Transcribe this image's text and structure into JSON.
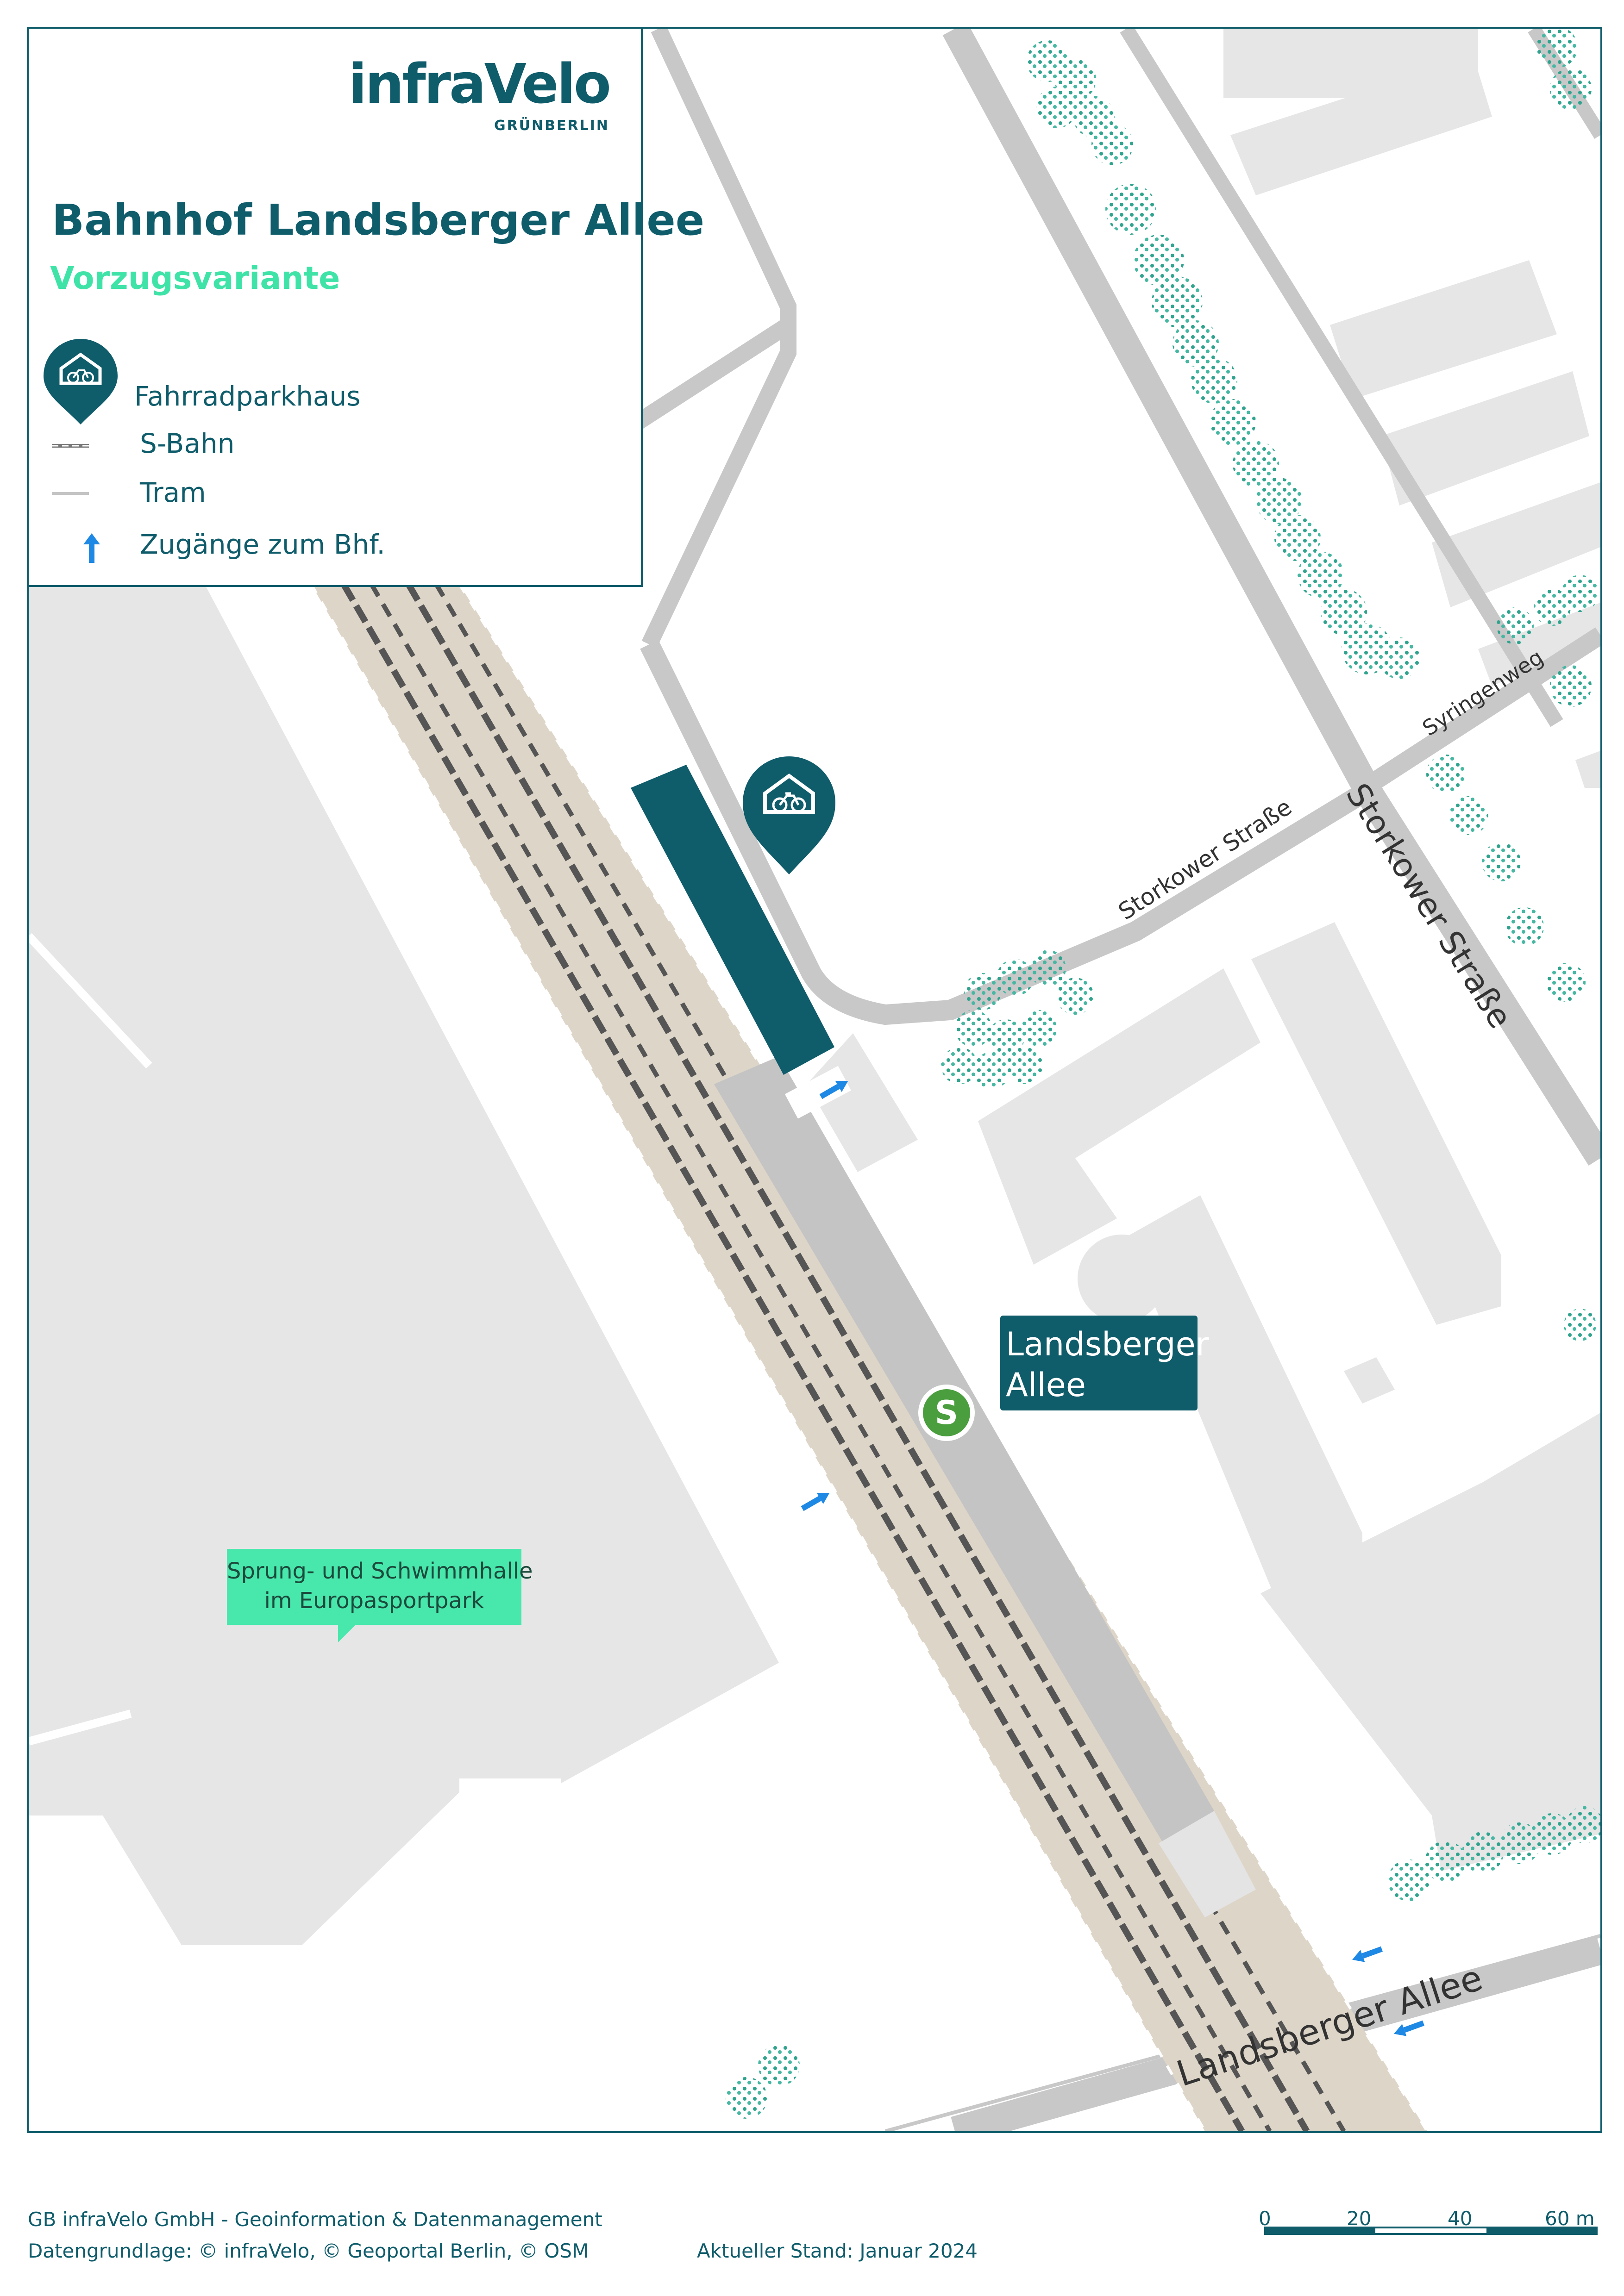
{
  "logo": {
    "brand": "infraVelo",
    "tagline": "GRÜNBERLIN"
  },
  "map": {
    "title": "Bahnhof Landsberger Allee",
    "subtitle": "Vorzugsvariante",
    "legend": [
      {
        "label": "Fahrradparkhaus",
        "icon": "bike-parking-pin-icon"
      },
      {
        "label": "S-Bahn",
        "icon": "sbahn-line-symbol"
      },
      {
        "label": "Tram",
        "icon": "tram-line-symbol"
      },
      {
        "label": "Zugänge zum Bhf.",
        "icon": "arrow-up-icon"
      }
    ],
    "station_label": {
      "line1": "Landsberger",
      "line2": "Allee"
    },
    "sbahn_badge": "S",
    "poi_label": {
      "line1": "Sprung- und Schwimmhalle",
      "line2": "im Europasportpark"
    },
    "streets": {
      "storkower_small": "Storkower Straße",
      "syringenweg": "Syringenweg",
      "storkower_main": "Storkower Straße",
      "landsberger": "Landsberger Allee"
    },
    "colors": {
      "brand_teal": "#0f5c6b",
      "accent_green": "#3fe3a8",
      "poi_green": "#48e8ad",
      "access_arrow_blue": "#1e88e5",
      "tree_green": "#2fa38e",
      "rail_bed": "#ddd5c8",
      "road_gray": "#c8c8c8",
      "building_gray": "#e6e6e6"
    }
  },
  "footer": {
    "company": "GB infraVelo GmbH - Geoinformation & Datenmanagement",
    "sources": "Datengrundlage: © infraVelo, © Geoportal Berlin, © OSM",
    "status": "Aktueller Stand: Januar 2024",
    "scale": {
      "labels": [
        "0",
        "20",
        "40",
        "60 m"
      ]
    }
  }
}
